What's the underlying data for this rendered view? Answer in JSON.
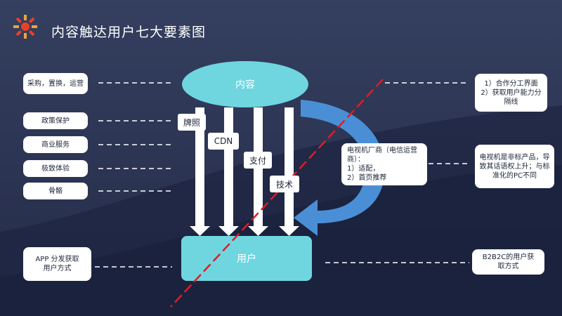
{
  "header": {
    "title": "内容触达用户七大要素图"
  },
  "colors": {
    "background_top": "#323c5a",
    "background_bottom": "#1e2640",
    "cyan": "#6fd6e0",
    "blue_arrow": "#4a8fd6",
    "red_line": "#e01c24",
    "dash": "#ffffff"
  },
  "icons": {
    "logo": "sun-burst-logo"
  },
  "diagram": {
    "top_node": "内容",
    "bottom_node": "用户",
    "arrow_labels": [
      "牌照",
      "CDN",
      "支付",
      "技术"
    ],
    "left_factors": [
      "采购，置换，运营",
      "政策保护",
      "商业服务",
      "极致体验",
      "骨骼"
    ],
    "left_bottom_note": "APP 分发获取用户方式",
    "center_note": "电视机厂商（电信运营商）：\n1）适配，\n2）首页推荐",
    "right_notes": {
      "top": "1）合作分工界面\n2）获取用户能力分隔线",
      "middle": "电视机是非标产品，导致其话语权上升；与标准化的PC不同",
      "bottom": "B2B2C的用户获取方式"
    }
  }
}
